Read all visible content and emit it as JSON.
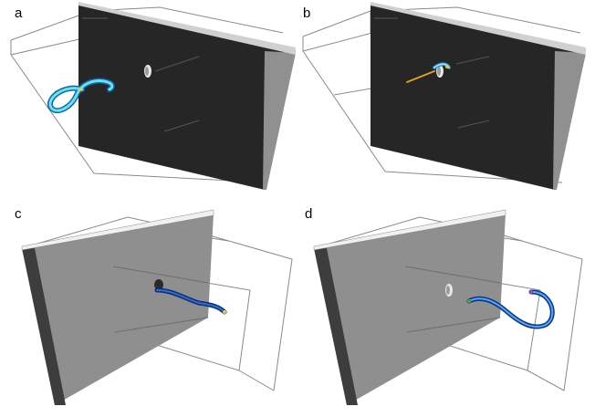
{
  "panels": [
    {
      "label": "a",
      "wall": "dark",
      "filament_color": "cyan"
    },
    {
      "label": "b",
      "wall": "dark",
      "filament_color": "yellow"
    },
    {
      "label": "c",
      "wall": "grey",
      "filament_color": "blue"
    },
    {
      "label": "d",
      "wall": "grey",
      "filament_color": "blue-cyan"
    }
  ],
  "colors": {
    "dark_wall": "#262626",
    "grey_wall": "#8c8c8c",
    "grey_wall_side": "#3d3d3d",
    "box_line": "#808080",
    "filament_cyan": "#2fc4d6",
    "filament_blue": "#1a3fa8"
  }
}
